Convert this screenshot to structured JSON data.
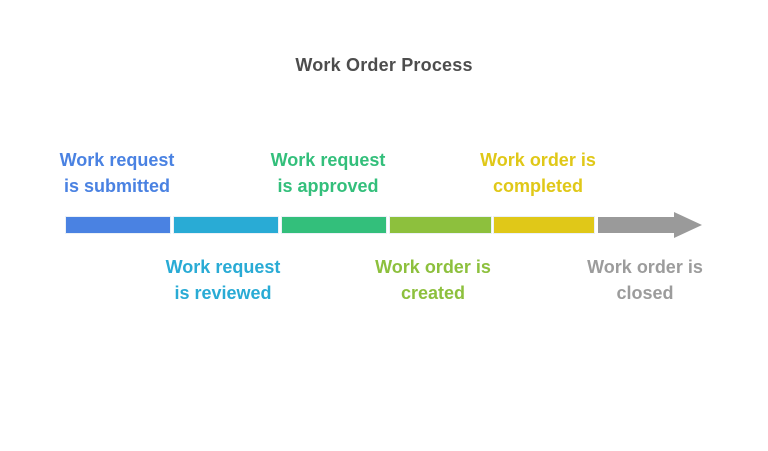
{
  "title": "Work Order Process",
  "title_color": "#4d4d4d",
  "arrow_color": "#9a9a9a",
  "stages": [
    {
      "name": "submitted",
      "label": "Work request\nis submitted",
      "color": "#4a82e2",
      "label_position": "above"
    },
    {
      "name": "reviewed",
      "label": "Work request\nis reviewed",
      "color": "#29abd5",
      "label_position": "below"
    },
    {
      "name": "approved",
      "label": "Work request\nis approved",
      "color": "#33bf7b",
      "label_position": "above"
    },
    {
      "name": "created",
      "label": "Work order is\ncreated",
      "color": "#8dc03d",
      "label_position": "below"
    },
    {
      "name": "completed",
      "label": "Work order is\ncompleted",
      "color": "#e0c818",
      "label_position": "above"
    },
    {
      "name": "closed",
      "label": "Work order is\nclosed",
      "color": "#9c9c9c",
      "label_position": "below"
    }
  ]
}
